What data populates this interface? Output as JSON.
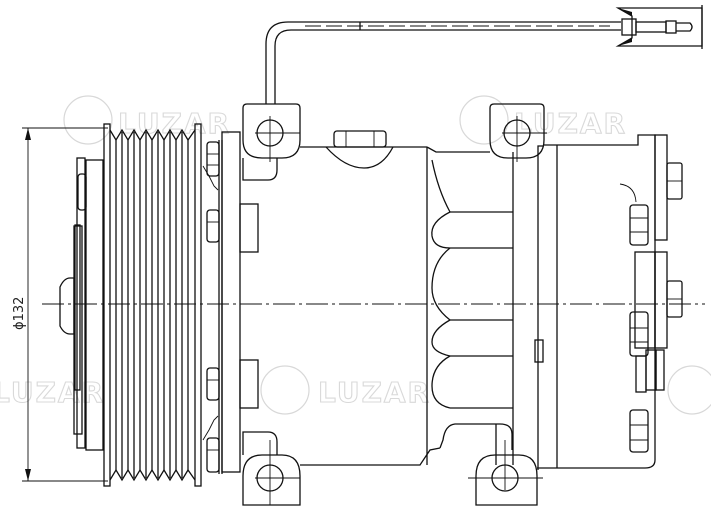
{
  "drawing": {
    "subject": "AC compressor side view technical drawing",
    "dimension_label": "ϕ132",
    "watermark_text": "LUZAR",
    "line_color": "#111111",
    "watermark_color": "#d8d8d8",
    "background": "#ffffff"
  }
}
